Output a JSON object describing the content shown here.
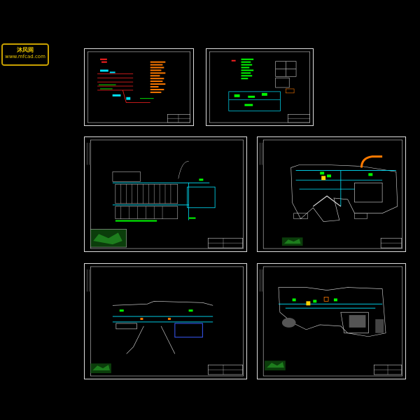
{
  "logo": {
    "title": "沐风网",
    "url": "www.mfcad.com"
  },
  "colors": {
    "background": "#000000",
    "logo_border": "#c9a100",
    "sheet_border": "#dddddd",
    "cad_cyan": "#00e5ff",
    "cad_green": "#00ff00",
    "cad_red": "#ff2020",
    "cad_orange": "#ff7a00",
    "cad_blue": "#3a5bff"
  },
  "sheets": [
    {
      "name": "sheet-1-system-diagram"
    },
    {
      "name": "sheet-2-wiring-diagram"
    },
    {
      "name": "sheet-3-basement-plan"
    },
    {
      "name": "sheet-4-first-floor-plan"
    },
    {
      "name": "sheet-5-second-floor-plan"
    },
    {
      "name": "sheet-6-third-floor-plan"
    }
  ]
}
